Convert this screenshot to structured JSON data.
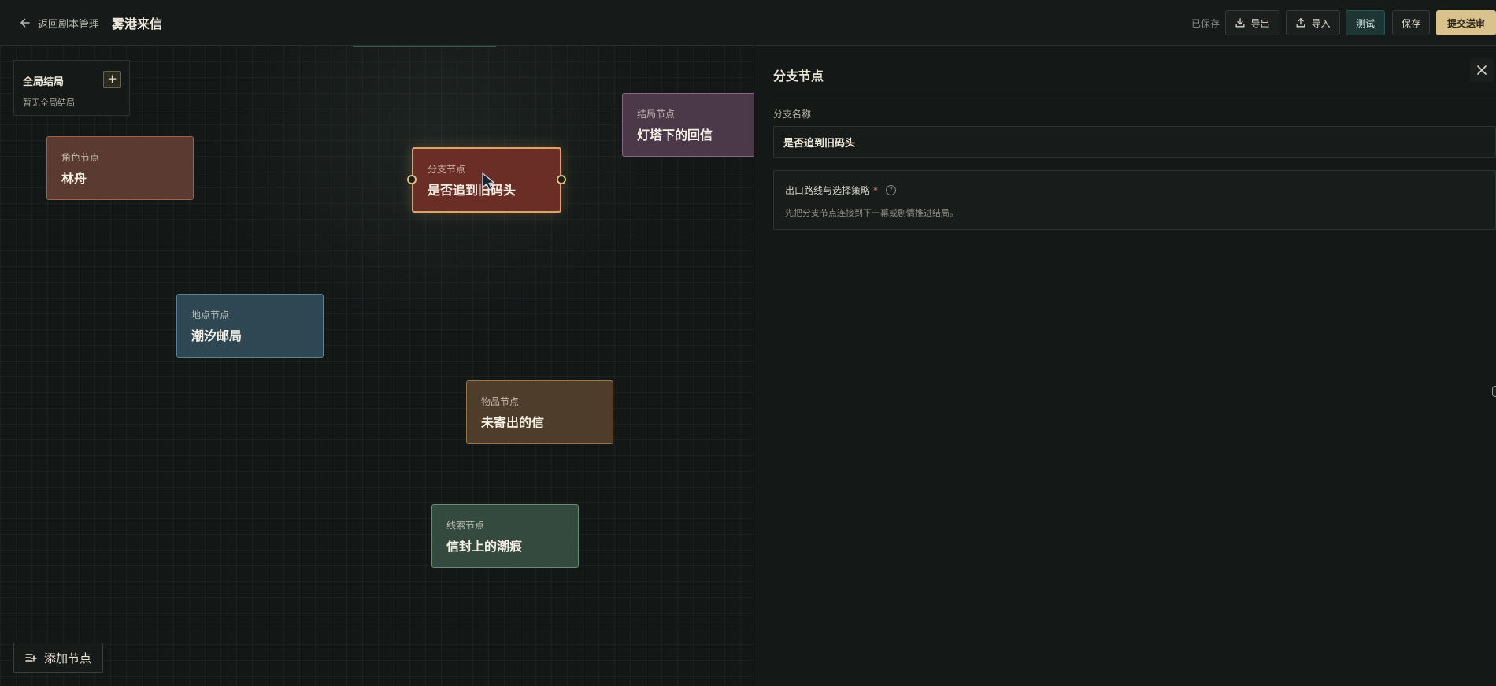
{
  "topbar": {
    "back_label": "返回剧本管理",
    "title": "雾港来信",
    "saved_status": "已保存",
    "export_label": "导出",
    "import_label": "导入",
    "test_label": "测试",
    "save_label": "保存",
    "submit_label": "提交送审"
  },
  "canvas": {
    "ending_panel": {
      "title": "全局结局",
      "add_label": "+",
      "empty_text": "暂无全局结局"
    },
    "nodes": [
      {
        "type": "角色节点",
        "name": "林舟"
      },
      {
        "type": "分支节点",
        "name": "是否追到旧码头"
      },
      {
        "type": "结局节点",
        "name": "灯塔下的回信"
      },
      {
        "type": "地点节点",
        "name": "潮汐邮局"
      },
      {
        "type": "物品节点",
        "name": "未寄出的信"
      },
      {
        "type": "线索节点",
        "name": "信封上的潮痕"
      }
    ],
    "add_node_label": "添加节点"
  },
  "panel": {
    "title": "分支节点",
    "name_label": "分支名称",
    "name_value": "是否追到旧码头",
    "route_title": "出口路线与选择策略",
    "route_required": "*",
    "help_glyph": "?",
    "route_hint": "先把分支节点连接到下一幕或剧情推进结局。"
  },
  "colors": {
    "accent_gold": "#d9c28c",
    "test_teal": "#1d3533",
    "branch_selected_border": "#d8a564"
  }
}
